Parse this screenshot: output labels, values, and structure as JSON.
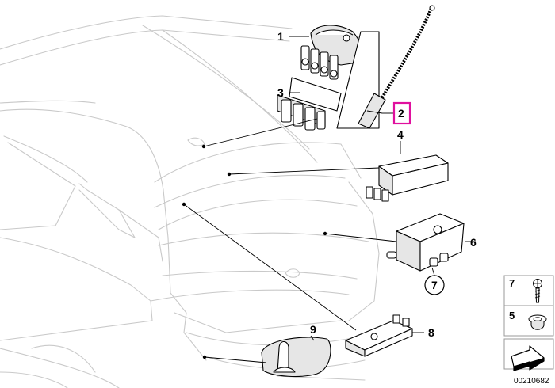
{
  "diagram": {
    "callouts": {
      "c1": "1",
      "c2": "2",
      "c3": "3",
      "c4": "4",
      "c6": "6",
      "c7": "7",
      "c8": "8",
      "c9": "9"
    },
    "highlighted_callout": "2",
    "highlight_color": "#e0109e",
    "legend": {
      "item7": "7",
      "item5": "5"
    },
    "reference_number": "00210682"
  }
}
